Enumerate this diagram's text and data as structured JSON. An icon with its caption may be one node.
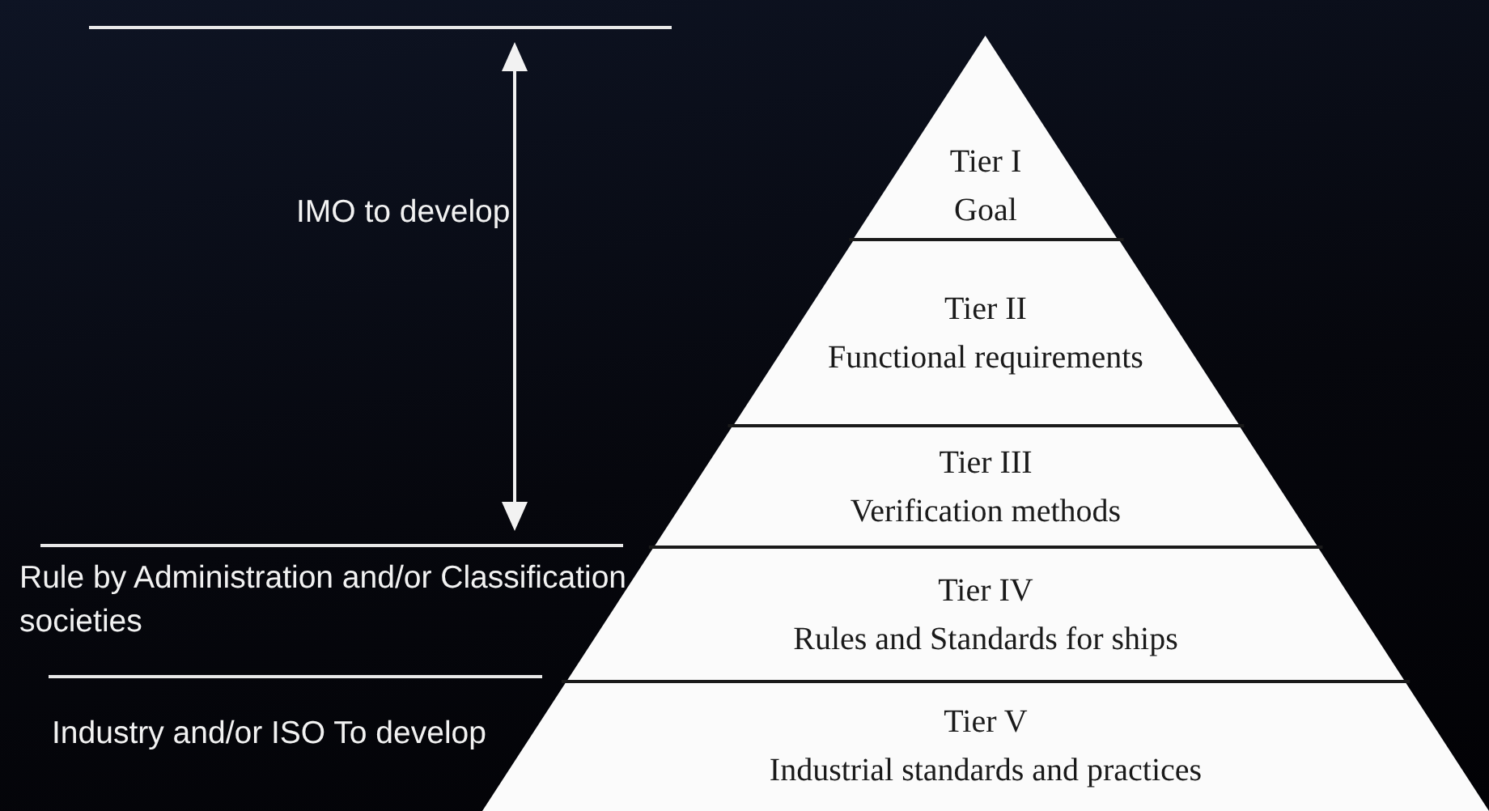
{
  "diagram": {
    "nodes": [
      {
        "text": [
          "Tier I",
          "Goal"
        ]
      },
      {
        "text": [
          "Tier II",
          "Functional requirements"
        ]
      },
      {
        "text": [
          "Tier III",
          "Verification methods"
        ]
      },
      {
        "text": [
          "Tier IV",
          "Rules and Standards for ships"
        ]
      },
      {
        "text": [
          "Tier V",
          "Industrial standards and practices"
        ]
      }
    ],
    "labels": [
      "IMO to develop",
      "Rule by Administration and/or Classification societies",
      "Industry and/or ISO To develop"
    ]
  }
}
